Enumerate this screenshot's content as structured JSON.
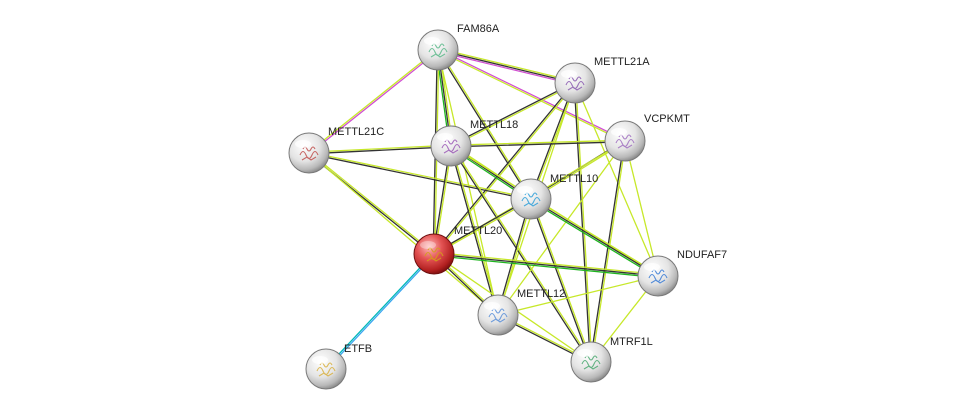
{
  "nodes": [
    {
      "id": "FAM86A",
      "label": "FAM86A",
      "type": "neighbor",
      "tint": "#5bb98a"
    },
    {
      "id": "METTL21A",
      "label": "METTL21A",
      "type": "neighbor",
      "tint": "#8a5bb0"
    },
    {
      "id": "METTL21C",
      "label": "METTL21C",
      "type": "neighbor",
      "tint": "#c0504d"
    },
    {
      "id": "METTL18",
      "label": "METTL18",
      "type": "neighbor",
      "tint": "#9b59b6"
    },
    {
      "id": "VCPKMT",
      "label": "VCPKMT",
      "type": "neighbor",
      "tint": "#a070c0"
    },
    {
      "id": "METTL10",
      "label": "METTL10",
      "type": "neighbor",
      "tint": "#2e9fd8"
    },
    {
      "id": "METTL20",
      "label": "METTL20",
      "type": "query",
      "tint": "#d4a017"
    },
    {
      "id": "NDUFAF7",
      "label": "NDUFAF7",
      "type": "neighbor",
      "tint": "#3a7bd5"
    },
    {
      "id": "METTL12",
      "label": "METTL12",
      "type": "neighbor",
      "tint": "#5a8fd8"
    },
    {
      "id": "ETFB",
      "label": "ETFB",
      "type": "neighbor",
      "tint": "#d8b040"
    },
    {
      "id": "MTRF1L",
      "label": "MTRF1L",
      "type": "neighbor",
      "tint": "#4aa870"
    }
  ],
  "edges": [
    {
      "source": "FAM86A",
      "target": "METTL21A",
      "evidence": [
        "textmining",
        "coexpression",
        "homology"
      ]
    },
    {
      "source": "FAM86A",
      "target": "METTL21C",
      "evidence": [
        "homology",
        "textmining"
      ]
    },
    {
      "source": "FAM86A",
      "target": "METTL18",
      "evidence": [
        "textmining",
        "coexpression",
        "neighborhood"
      ]
    },
    {
      "source": "FAM86A",
      "target": "VCPKMT",
      "evidence": [
        "homology",
        "textmining"
      ]
    },
    {
      "source": "FAM86A",
      "target": "METTL10",
      "evidence": [
        "textmining",
        "coexpression"
      ]
    },
    {
      "source": "FAM86A",
      "target": "METTL20",
      "evidence": [
        "textmining",
        "coexpression"
      ]
    },
    {
      "source": "FAM86A",
      "target": "METTL12",
      "evidence": [
        "textmining"
      ]
    },
    {
      "source": "METTL21A",
      "target": "METTL18",
      "evidence": [
        "textmining",
        "coexpression"
      ]
    },
    {
      "source": "METTL21A",
      "target": "METTL10",
      "evidence": [
        "textmining",
        "coexpression"
      ]
    },
    {
      "source": "METTL21A",
      "target": "METTL20",
      "evidence": [
        "textmining",
        "coexpression"
      ]
    },
    {
      "source": "METTL21A",
      "target": "MTRF1L",
      "evidence": [
        "textmining",
        "coexpression"
      ]
    },
    {
      "source": "METTL21A",
      "target": "METTL12",
      "evidence": [
        "textmining"
      ]
    },
    {
      "source": "METTL21A",
      "target": "NDUFAF7",
      "evidence": [
        "textmining"
      ]
    },
    {
      "source": "METTL21C",
      "target": "METTL18",
      "evidence": [
        "textmining",
        "coexpression"
      ]
    },
    {
      "source": "METTL21C",
      "target": "METTL10",
      "evidence": [
        "textmining",
        "coexpression"
      ]
    },
    {
      "source": "METTL21C",
      "target": "METTL20",
      "evidence": [
        "textmining",
        "coexpression"
      ]
    },
    {
      "source": "METTL21C",
      "target": "METTL12",
      "evidence": [
        "textmining"
      ]
    },
    {
      "source": "METTL18",
      "target": "VCPKMT",
      "evidence": [
        "textmining",
        "coexpression"
      ]
    },
    {
      "source": "METTL18",
      "target": "METTL10",
      "evidence": [
        "textmining",
        "coexpression",
        "neighborhood"
      ]
    },
    {
      "source": "METTL18",
      "target": "METTL20",
      "evidence": [
        "textmining",
        "coexpression"
      ]
    },
    {
      "source": "METTL18",
      "target": "METTL12",
      "evidence": [
        "textmining",
        "coexpression"
      ]
    },
    {
      "source": "METTL18",
      "target": "MTRF1L",
      "evidence": [
        "textmining",
        "coexpression"
      ]
    },
    {
      "source": "METTL18",
      "target": "NDUFAF7",
      "evidence": [
        "textmining"
      ]
    },
    {
      "source": "VCPKMT",
      "target": "METTL10",
      "evidence": [
        "textmining",
        "coexpression"
      ]
    },
    {
      "source": "VCPKMT",
      "target": "METTL20",
      "evidence": [
        "textmining"
      ]
    },
    {
      "source": "VCPKMT",
      "target": "MTRF1L",
      "evidence": [
        "textmining",
        "coexpression"
      ]
    },
    {
      "source": "VCPKMT",
      "target": "NDUFAF7",
      "evidence": [
        "textmining"
      ]
    },
    {
      "source": "VCPKMT",
      "target": "METTL12",
      "evidence": [
        "textmining"
      ]
    },
    {
      "source": "METTL10",
      "target": "METTL20",
      "evidence": [
        "textmining",
        "coexpression"
      ]
    },
    {
      "source": "METTL10",
      "target": "NDUFAF7",
      "evidence": [
        "textmining",
        "coexpression",
        "neighborhood"
      ]
    },
    {
      "source": "METTL10",
      "target": "METTL12",
      "evidence": [
        "textmining",
        "coexpression"
      ]
    },
    {
      "source": "METTL10",
      "target": "MTRF1L",
      "evidence": [
        "textmining",
        "coexpression"
      ]
    },
    {
      "source": "METTL20",
      "target": "NDUFAF7",
      "evidence": [
        "textmining",
        "coexpression",
        "neighborhood"
      ]
    },
    {
      "source": "METTL20",
      "target": "METTL12",
      "evidence": [
        "textmining",
        "coexpression"
      ]
    },
    {
      "source": "METTL20",
      "target": "MTRF1L",
      "evidence": [
        "textmining"
      ]
    },
    {
      "source": "METTL20",
      "target": "ETFB",
      "evidence": [
        "database",
        "experiments"
      ]
    },
    {
      "source": "METTL12",
      "target": "NDUFAF7",
      "evidence": [
        "textmining"
      ]
    },
    {
      "source": "METTL12",
      "target": "MTRF1L",
      "evidence": [
        "textmining",
        "coexpression"
      ]
    },
    {
      "source": "NDUFAF7",
      "target": "MTRF1L",
      "evidence": [
        "textmining"
      ]
    }
  ],
  "evidence_colors": {
    "textmining": "#c7e82a",
    "coexpression": "#333333",
    "homology": "#d14fd1",
    "neighborhood": "#1fb51f",
    "database": "#3aa6f0",
    "experiments": "#00b8b8"
  }
}
